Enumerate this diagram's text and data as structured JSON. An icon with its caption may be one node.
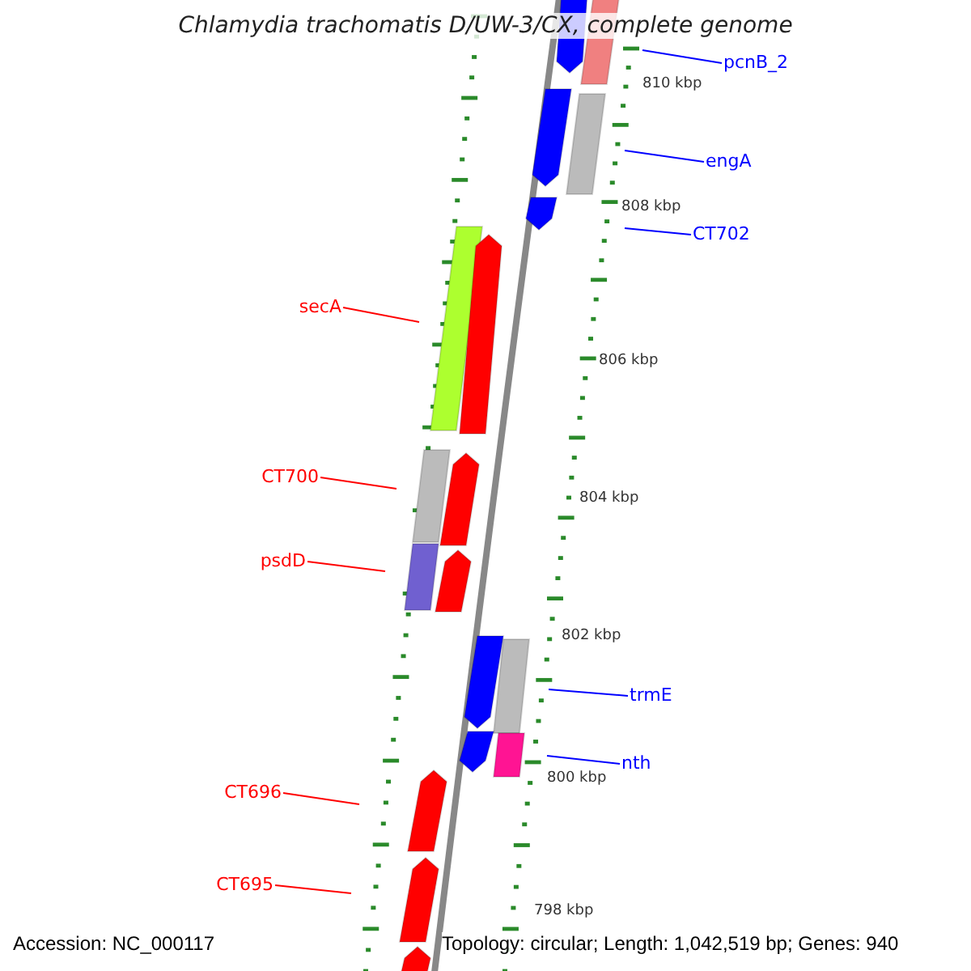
{
  "diagram": {
    "title": "Chlamydia trachomatis D/UW-3/CX, complete genome",
    "nodes": [
      {
        "text": [
          "pcnB_2"
        ]
      },
      {
        "text": [
          "engA"
        ]
      },
      {
        "text": [
          "CT702"
        ]
      },
      {
        "text": [
          "secA"
        ]
      },
      {
        "text": [
          "CT700"
        ]
      },
      {
        "text": [
          "psdD"
        ]
      },
      {
        "text": [
          "trmE"
        ]
      },
      {
        "text": [
          "nth"
        ]
      },
      {
        "text": [
          "CT696"
        ]
      },
      {
        "text": [
          "CT695"
        ]
      }
    ],
    "edges": [
      {
        "from": 0,
        "to": null,
        "arrow": "none"
      },
      {
        "from": 1,
        "to": null,
        "arrow": "none"
      },
      {
        "from": 2,
        "to": null,
        "arrow": "none"
      },
      {
        "from": 3,
        "to": null,
        "arrow": "none",
        "color": "#ff0000"
      },
      {
        "from": 4,
        "to": null,
        "arrow": "none",
        "color": "#ff0000"
      },
      {
        "from": 5,
        "to": null,
        "arrow": "none",
        "color": "#ff0000"
      },
      {
        "from": 6,
        "to": null,
        "arrow": "none"
      },
      {
        "from": 7,
        "to": null,
        "arrow": "none"
      },
      {
        "from": 8,
        "to": null,
        "arrow": "none",
        "color": "#ff0000"
      },
      {
        "from": 9,
        "to": null,
        "arrow": "none",
        "color": "#ff0000"
      }
    ],
    "labels": [
      "810 kbp",
      "808 kbp",
      "806 kbp",
      "804 kbp",
      "802 kbp",
      "800 kbp",
      "798 kbp",
      "Accession: NC_000117",
      "Topology: circular; Length: 1,042,519 bp; Genes: 940"
    ]
  }
}
